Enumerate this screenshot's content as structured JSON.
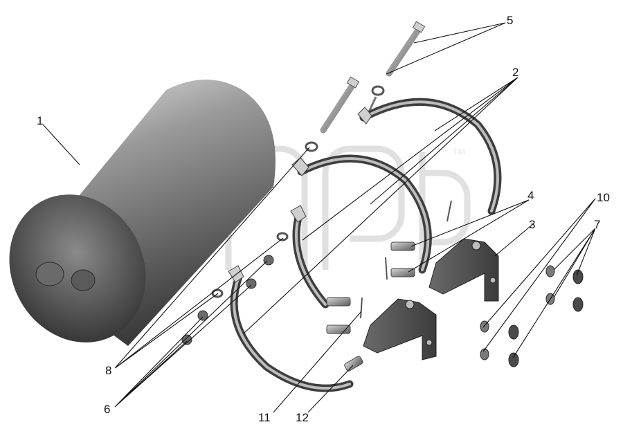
{
  "diagram": {
    "watermark_mark": "™",
    "callouts": [
      {
        "id": "1",
        "label": "1"
      },
      {
        "id": "2",
        "label": "2"
      },
      {
        "id": "3",
        "label": "3"
      },
      {
        "id": "4",
        "label": "4"
      },
      {
        "id": "5",
        "label": "5"
      },
      {
        "id": "6",
        "label": "6"
      },
      {
        "id": "7",
        "label": "7"
      },
      {
        "id": "8",
        "label": "8"
      },
      {
        "id": "10",
        "label": "10"
      },
      {
        "id": "11",
        "label": "11"
      },
      {
        "id": "12",
        "label": "12"
      }
    ]
  }
}
